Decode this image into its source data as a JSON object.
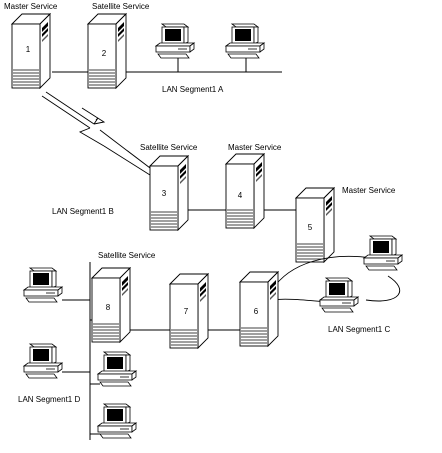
{
  "labels": {
    "master_service_1": "Master Service",
    "satellite_service_2": "Satellite Service",
    "lan_segment_a": "LAN Segment1 A",
    "satellite_service_3": "Satellite Service",
    "master_service_4": "Master Service",
    "lan_segment_b": "LAN Segment1 B",
    "master_service_5": "Master Service",
    "satellite_service_8": "Satellite Service",
    "lan_segment_c": "LAN Segment1 C",
    "lan_segment_d": "LAN Segment1 D"
  },
  "servers": [
    "1",
    "2",
    "3",
    "4",
    "5",
    "6",
    "7",
    "8"
  ]
}
